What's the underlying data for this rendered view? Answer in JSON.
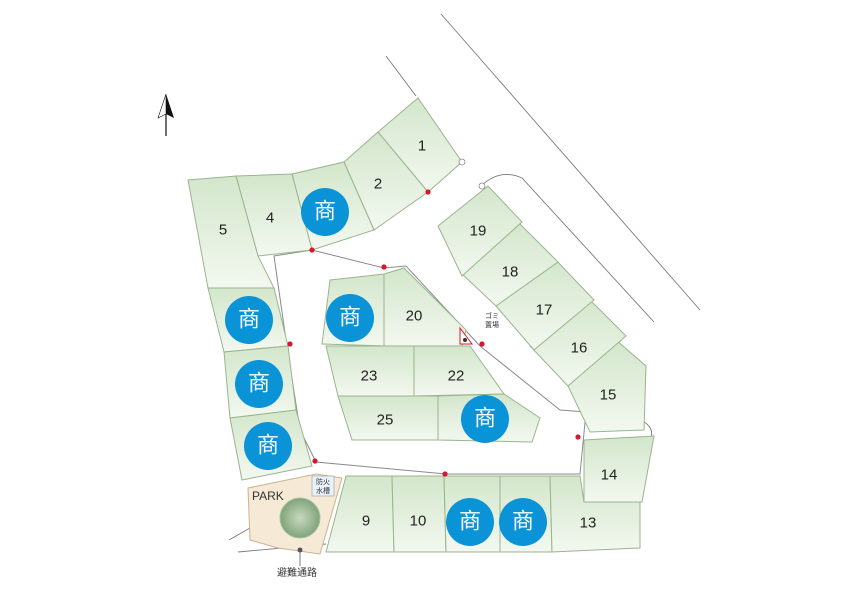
{
  "map": {
    "lots": [
      "1",
      "2",
      "4",
      "5",
      "9",
      "10",
      "13",
      "14",
      "15",
      "16",
      "17",
      "18",
      "19",
      "20",
      "22",
      "23",
      "25"
    ],
    "commercial_label": "商",
    "commercial_count": 8,
    "park_label": "PARK",
    "cistern_label_line1": "防火",
    "cistern_label_line2": "水槽",
    "garbage_label_line1": "ゴミ",
    "garbage_label_line2": "置場",
    "evacuation_route_label": "避難通路",
    "north_arrow_icon": "north-arrow-icon",
    "colors": {
      "lot_fill": "#e2eedc",
      "lot_edge": "#98b58d",
      "commercial_badge": "#0a93d6",
      "marker_red": "#d6172e",
      "park_fill": "#f6ead6"
    }
  }
}
